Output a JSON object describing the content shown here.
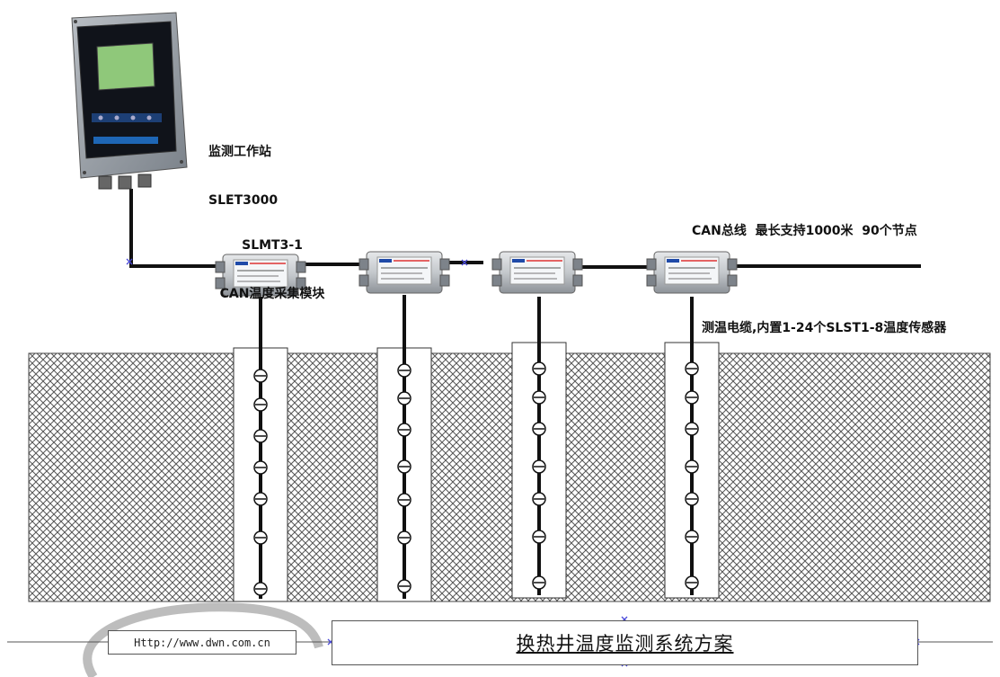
{
  "workstation": {
    "name": "监测工作站",
    "model": "SLET3000"
  },
  "module": {
    "model": "SLMT3-1",
    "name": "CAN温度采集模块"
  },
  "bus": {
    "label": "CAN总线  最长支持1000米  90个节点"
  },
  "cable": {
    "label": "测温电缆,内置1-24个SLST1-8温度传感器"
  },
  "footer": {
    "url": "Http://www.dwn.com.cn",
    "title": "换热井温度监测系统方案"
  },
  "colors": {
    "cable": "#111111",
    "ground_hatch": "#555555",
    "module_body": "#c9ccd0",
    "module_label": "#1f4aa8",
    "panel_body": "#9aa0a7",
    "panel_screen": "#8fc87a",
    "marker": "#4a4ad8"
  },
  "icons": [
    "sensor-icon",
    "junction-marker-icon"
  ]
}
